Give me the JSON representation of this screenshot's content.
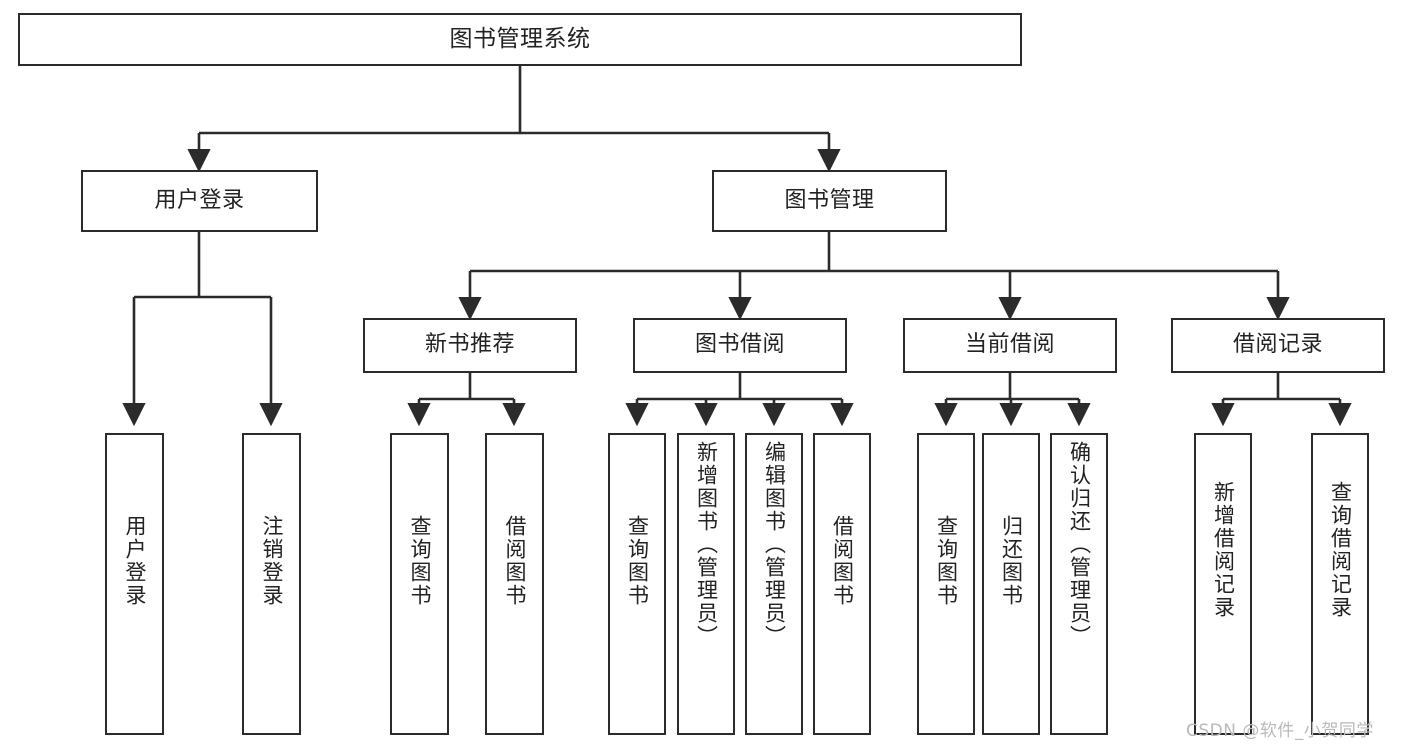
{
  "diagram": {
    "title": "图书管理系统",
    "type": "tree-hierarchy",
    "root": {
      "label": "图书管理系统"
    },
    "level2": [
      {
        "label": "用户登录"
      },
      {
        "label": "图书管理"
      }
    ],
    "level3": [
      {
        "label": "新书推荐"
      },
      {
        "label": "图书借阅"
      },
      {
        "label": "当前借阅"
      },
      {
        "label": "借阅记录"
      }
    ],
    "leaves": {
      "user_login": [
        {
          "label": "用户登录"
        },
        {
          "label": "注销登录"
        }
      ],
      "new_book_recommend": [
        {
          "label": "查询图书"
        },
        {
          "label": "借阅图书"
        }
      ],
      "book_borrow": [
        {
          "label": "查询图书"
        },
        {
          "label": "新增图书（管理员）"
        },
        {
          "label": "编辑图书（管理员）"
        },
        {
          "label": "借阅图书"
        }
      ],
      "current_borrow": [
        {
          "label": "查询图书"
        },
        {
          "label": "归还图书"
        },
        {
          "label": "确认归还（管理员）"
        }
      ],
      "borrow_record": [
        {
          "label": "新增借阅记录"
        },
        {
          "label": "查询借阅记录"
        }
      ]
    }
  },
  "watermark": {
    "text": "CSDN @软件_小贺同学"
  },
  "colors": {
    "border": "#2b2b2b",
    "background": "#ffffff",
    "text": "#222222",
    "watermark": "#b9b9b9"
  }
}
